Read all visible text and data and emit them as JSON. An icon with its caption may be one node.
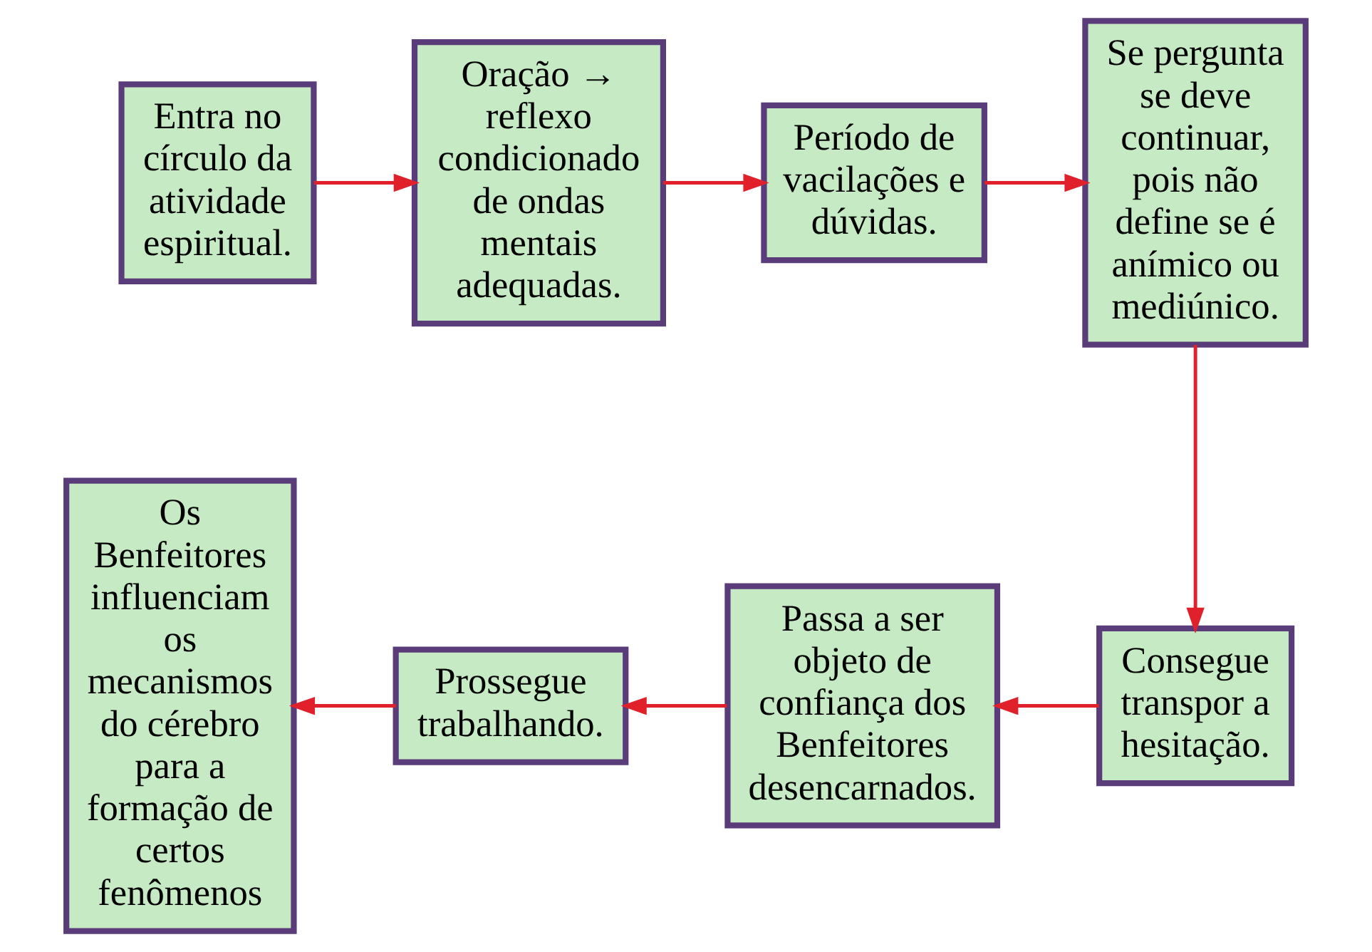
{
  "diagram": {
    "nodes": [
      {
        "text": [
          "Entra no círculo da atividade espiritual."
        ]
      },
      {
        "text": [
          "Oração → reflexo condicionado de ondas mentais adequadas."
        ]
      },
      {
        "text": [
          "Período de vacilações e dúvidas."
        ]
      },
      {
        "text": [
          "Se pergunta se deve continuar, pois não define se é anímico ou mediúnico."
        ]
      },
      {
        "text": [
          "Consegue transpor a hesitação."
        ]
      },
      {
        "text": [
          "Passa a ser objeto de confiança dos Benfeitores desencarnados."
        ]
      },
      {
        "text": [
          "Prossegue trabalhando."
        ]
      },
      {
        "text": [
          "Os Benfeitores influenciam os mecanismos do cérebro para a formação de certos fenômenos"
        ]
      }
    ],
    "edges": [
      {
        "from": 0,
        "to": 1,
        "arrow": "to"
      },
      {
        "from": 1,
        "to": 2,
        "arrow": "to"
      },
      {
        "from": 2,
        "to": 3,
        "arrow": "to"
      },
      {
        "from": 3,
        "to": 4,
        "arrow": "to"
      },
      {
        "from": 4,
        "to": 5,
        "arrow": "to"
      },
      {
        "from": 5,
        "to": 6,
        "arrow": "to"
      },
      {
        "from": 6,
        "to": 7,
        "arrow": "to"
      }
    ]
  }
}
